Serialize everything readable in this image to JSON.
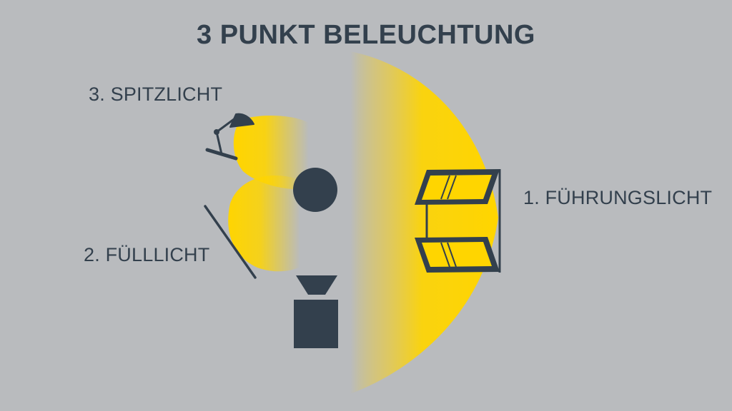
{
  "title": "3 PUNKT BELEUCHTUNG",
  "labels": {
    "key_light": "1. FÜHRUNGSLICHT",
    "fill_light": "2. FÜLLLICHT",
    "back_light": "3. SPITZLICHT"
  },
  "colors": {
    "background": "#b9bbbe",
    "dark": "#33404d",
    "light": "#ffd500"
  },
  "icons": {
    "key_light": "softbox-panel-icon",
    "fill_light": "reflector-icon",
    "back_light": "desk-lamp-icon",
    "subject": "subject-head-icon",
    "camera": "camera-icon"
  }
}
